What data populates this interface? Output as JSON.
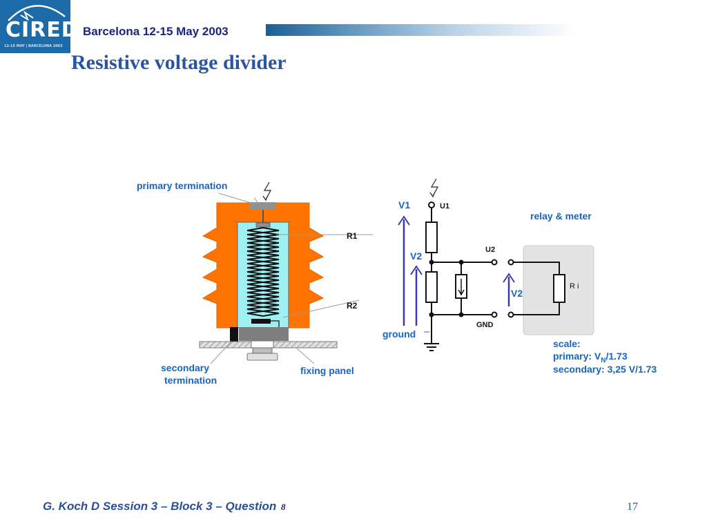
{
  "header": {
    "logo_text": "CIRED",
    "logo_subtext": "12-15 MAY | BARCELONA 2003",
    "event": "Barcelona  12-15 May 2003"
  },
  "title": "Resistive voltage divider",
  "diagram": {
    "primary_termination": "primary  termination",
    "secondary_termination_line1": "secondary",
    "secondary_termination_line2": "termination",
    "fixing_panel": "fixing panel",
    "r1": "R1",
    "r2": "R2",
    "v1": "V1",
    "u1": "U1",
    "u2": "U2",
    "v2_left": "V2",
    "v2_right": "V2",
    "gnd": "GND",
    "ground": "ground",
    "relay_meter": "relay & meter",
    "ri": "R i",
    "scale_label": "scale:",
    "scale_primary_prefix": "primary:  V",
    "scale_primary_sub": "N",
    "scale_primary_suffix": "/1.73",
    "scale_secondary": "secondary: 3,25 V/1.73"
  },
  "footer": {
    "author": "G. Koch  D  Session 3   – Block 3 – Question",
    "question_number": "8",
    "page": "17"
  },
  "colors": {
    "label_blue": "#1565c0",
    "arrow_blue": "#3b3bb0",
    "insulator_orange": "#ff7400",
    "inner_cyan": "#9ff0f2",
    "header_navy": "#1a237e"
  }
}
